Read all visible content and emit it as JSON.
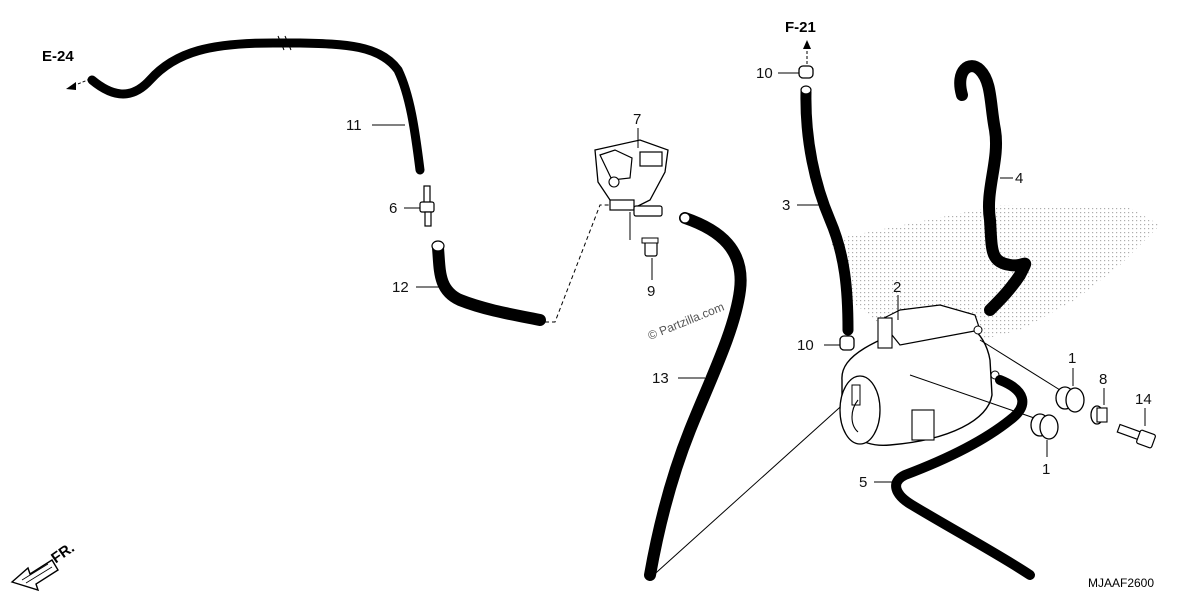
{
  "diagram": {
    "references": {
      "e24": "E-24",
      "f21": "F-21"
    },
    "front_marker": "FR.",
    "watermark": "© Partzilla.com",
    "diagram_code": "MJAAF2600",
    "callouts": {
      "c1a": "1",
      "c1b": "1",
      "c2": "2",
      "c3": "3",
      "c4": "4",
      "c5": "5",
      "c6": "6",
      "c7": "7",
      "c8": "8",
      "c9": "9",
      "c10a": "10",
      "c10b": "10",
      "c11": "11",
      "c12": "12",
      "c13": "13",
      "c14": "14"
    }
  }
}
